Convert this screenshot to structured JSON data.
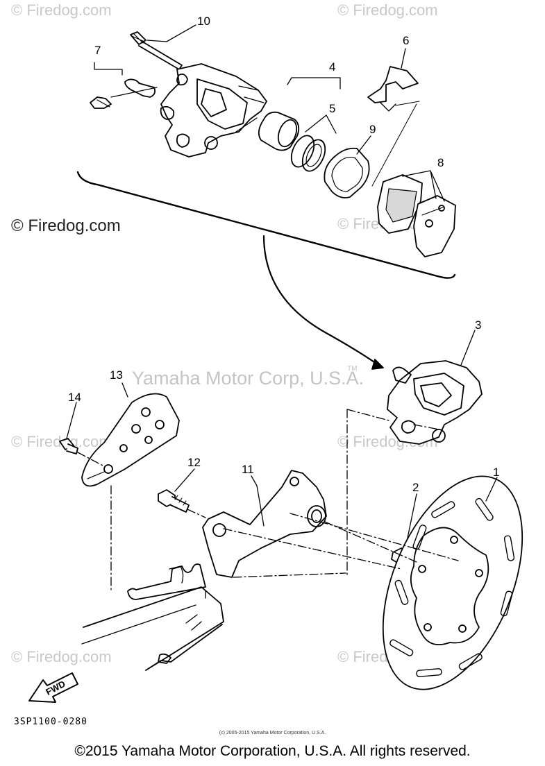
{
  "watermark": {
    "small_text": "© Firedog.com",
    "main_text": "© Firedog.com",
    "center_text": "Yamaha Motor Corp, U.S.A.",
    "tm_mark": "TM"
  },
  "callouts": {
    "p1": "1",
    "p2": "2",
    "p3": "3",
    "p4": "4",
    "p5": "5",
    "p6": "6",
    "p7": "7",
    "p8": "8",
    "p9": "9",
    "p10": "10",
    "p11": "11",
    "p12": "12",
    "p13": "13",
    "p14": "14"
  },
  "fwd_label": "FWD",
  "part_code": "3SP1100-0280",
  "small_copyright": "(c) 2005-2015 Yamaha Motor Corporation, U.S.A.",
  "footer_copyright": "©2015 Yamaha Motor Corporation, U.S.A. All rights reserved."
}
